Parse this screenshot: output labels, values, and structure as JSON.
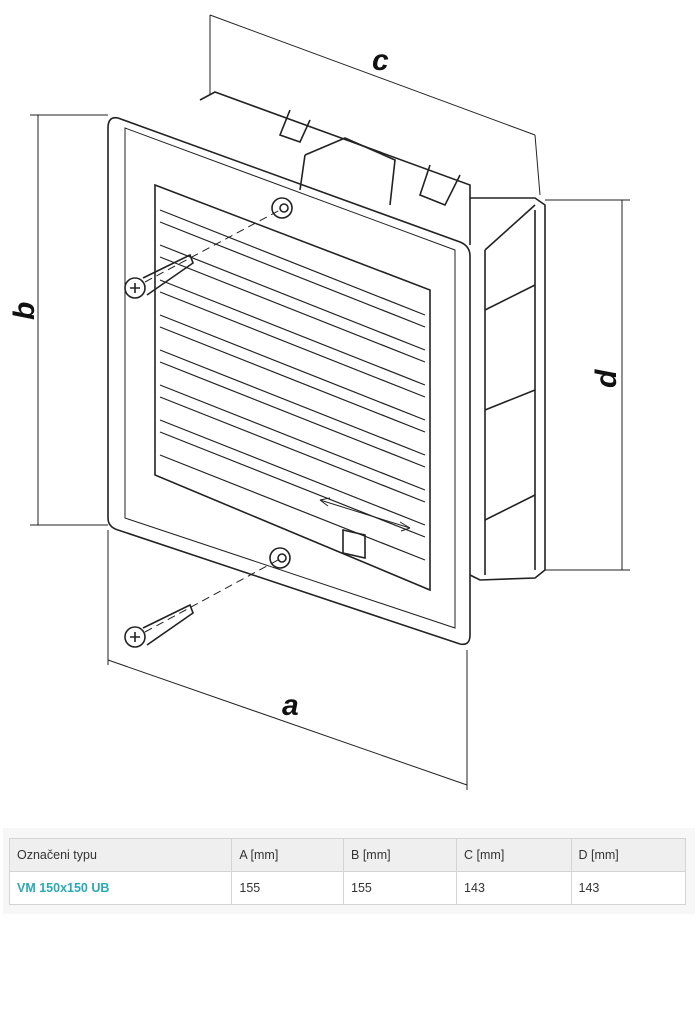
{
  "diagram": {
    "dimension_labels": {
      "a": "a",
      "b": "b",
      "c": "c",
      "d": "d"
    }
  },
  "table": {
    "headers": [
      "Označeni typu",
      "A [mm]",
      "B [mm]",
      "C [mm]",
      "D [mm]"
    ],
    "rows": [
      [
        "VM 150x150 UB",
        "155",
        "155",
        "143",
        "143"
      ]
    ]
  },
  "colors": {
    "type_link": "#2aa9b3",
    "line": "#222222"
  }
}
